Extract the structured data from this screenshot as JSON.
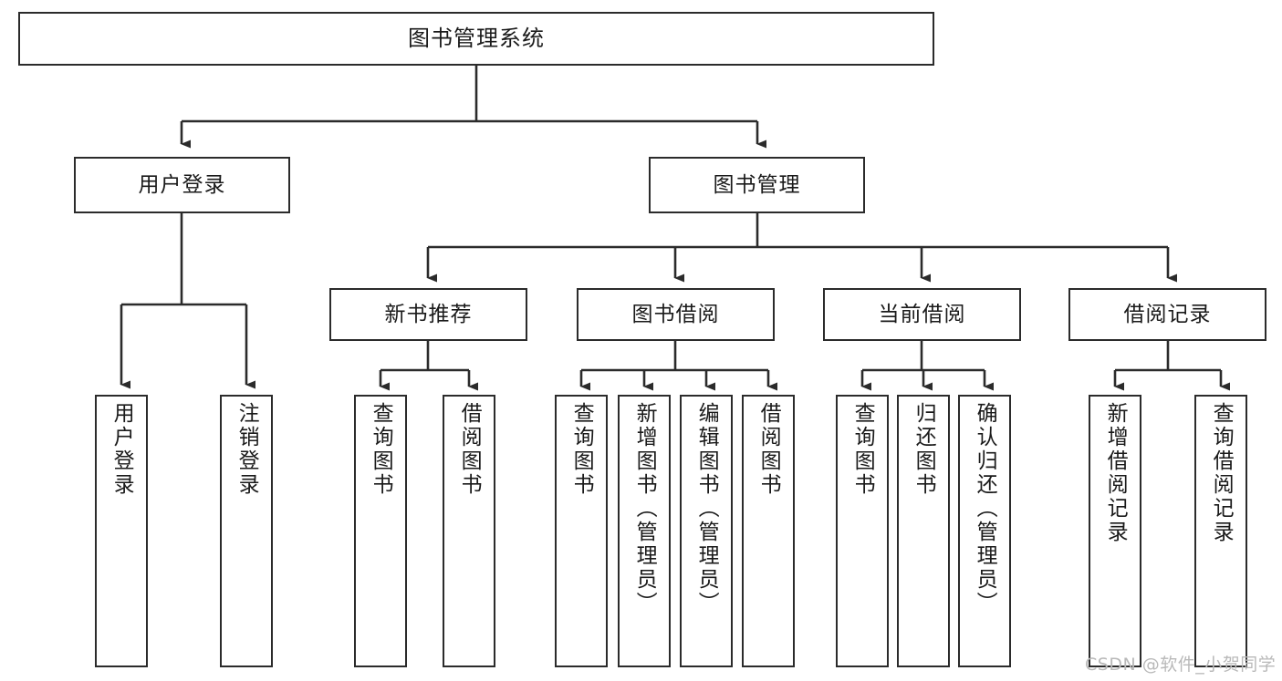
{
  "diagram": {
    "type": "tree",
    "title": "图书管理系统",
    "watermark": "CSDN @软件_小贺同学",
    "colors": {
      "background": "#ffffff",
      "node_border": "#2b2b2b",
      "node_fill": "#ffffff",
      "edge": "#2b2b2b",
      "text": "#1a1a1a",
      "watermark": "#b9b9b9"
    },
    "nodes": {
      "root": {
        "label": "图书管理系统"
      },
      "level1": [
        {
          "id": "user-login",
          "label": "用户登录"
        },
        {
          "id": "book-management",
          "label": "图书管理"
        }
      ],
      "level2": [
        {
          "id": "new-book-recommend",
          "label": "新书推荐"
        },
        {
          "id": "book-borrow",
          "label": "图书借阅"
        },
        {
          "id": "current-borrow",
          "label": "当前借阅"
        },
        {
          "id": "borrow-record",
          "label": "借阅记录"
        }
      ],
      "leaves": {
        "user_login": [
          {
            "id": "leaf-user-login",
            "label": "用户登录"
          },
          {
            "id": "leaf-logout-login",
            "label": "注销登录"
          }
        ],
        "new_book_recommend": [
          {
            "id": "leaf-query-book-1",
            "label": "查询图书"
          },
          {
            "id": "leaf-borrow-book-1",
            "label": "借阅图书"
          }
        ],
        "book_borrow": [
          {
            "id": "leaf-query-book-2",
            "label": "查询图书"
          },
          {
            "id": "leaf-add-book",
            "label": "新增图书（管理员）"
          },
          {
            "id": "leaf-edit-book",
            "label": "编辑图书（管理员）"
          },
          {
            "id": "leaf-borrow-book-2",
            "label": "借阅图书"
          }
        ],
        "current_borrow": [
          {
            "id": "leaf-query-book-3",
            "label": "查询图书"
          },
          {
            "id": "leaf-return-book",
            "label": "归还图书"
          },
          {
            "id": "leaf-confirm-return",
            "label": "确认归还（管理员）"
          }
        ],
        "borrow_record": [
          {
            "id": "leaf-add-record",
            "label": "新增借阅记录"
          },
          {
            "id": "leaf-query-record",
            "label": "查询借阅记录"
          }
        ]
      }
    }
  }
}
